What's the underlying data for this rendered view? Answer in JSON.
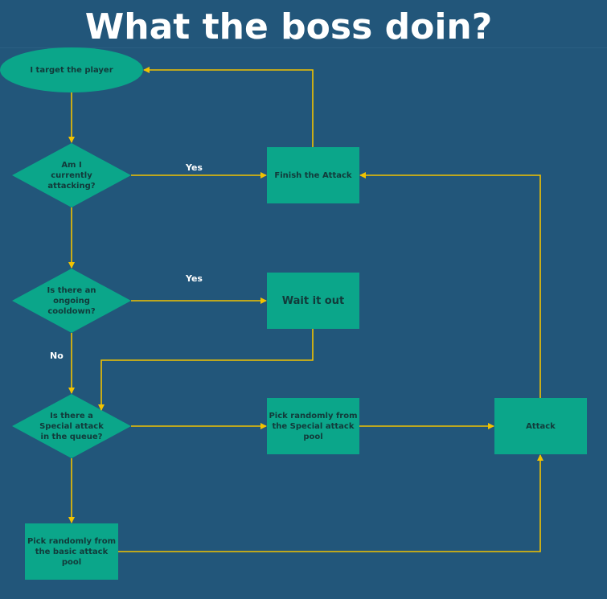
{
  "title": "What the boss doin?",
  "colors": {
    "background": "#22567a",
    "node": "#0ba68a",
    "connector": "#f2c200",
    "text": "#123a3a"
  },
  "nodes": {
    "start": "I target the player",
    "q_attacking": "Am I currently attacking?",
    "q_cooldown": "Is  there an ongoing cooldown?",
    "q_special": "Is there a Special attack in the queue?",
    "finish": "Finish the Attack",
    "wait": "Wait it out",
    "pick_special": "Pick randomly from the Special attack pool",
    "attack": "Attack",
    "pick_basic": "Pick randomly from the basic attack pool"
  },
  "edge_labels": {
    "yes_attacking": "Yes",
    "yes_cooldown": "Yes",
    "no_cooldown": "No"
  }
}
